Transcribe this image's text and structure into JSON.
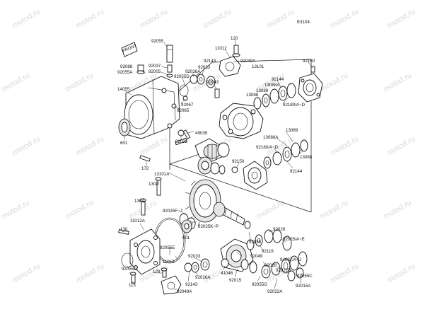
{
  "diagram": {
    "ref_code": "E3104",
    "watermark_text": "motod.ru",
    "front_tag": "FRONT",
    "part_labels": {
      "p120a": "120",
      "p11012a": "11012",
      "p92049a": "92049A",
      "p13101": "13101",
      "p92150a": "92150",
      "p92143a": "92143",
      "p92055": "92055",
      "p92037": "92037",
      "p92005": "92005",
      "p92026a": "92026A",
      "p92033a": "92033",
      "p92055d": "92055D",
      "p92088": "92088",
      "p92055a": "92055A",
      "p92144a": "92144",
      "p13088a": "13088A",
      "p13089a": "13089",
      "p13088b": "13088",
      "p92043": "92043",
      "p14055": "14055",
      "p92067": "92067",
      "p92065": "92065",
      "p92180ad": "92180/A~D",
      "p49035": "49035",
      "p92022": "92022",
      "p601a": "601",
      "p13088c": "13088A",
      "p13089b": "13089",
      "p92180adb": "92180/A~D",
      "p13088d": "13088",
      "p172": "172",
      "p92150b": "92150",
      "p92144b": "92144",
      "p13101a": "13101A",
      "p130a1": "130A",
      "p130a2": "130A",
      "p92025fj": "92025F~J",
      "p92025kp": "92025K~P",
      "p11012b": "11012A",
      "p130": "130",
      "p601b": "601",
      "p92028a": "92028",
      "p92055b": "92055",
      "p92025ae": "92025/A~E",
      "p92116": "92116",
      "p92055e": "92055E",
      "p11012c": "11012",
      "p92033b": "92033",
      "p92026b": "92026A",
      "p92049b": "92049",
      "p92027aj": "92027/A~J",
      "p92055d2": "92055D",
      "p120b": "120",
      "p41046": "41046",
      "p92028b": "92028",
      "p92022b": "92022B",
      "p92055c": "92055C",
      "p115": "115",
      "p92143b": "92143",
      "p92015": "92015",
      "p92055g": "92055G",
      "p92049ab": "92049A",
      "p92022a": "92022A",
      "p92015a": "92015A"
    }
  }
}
